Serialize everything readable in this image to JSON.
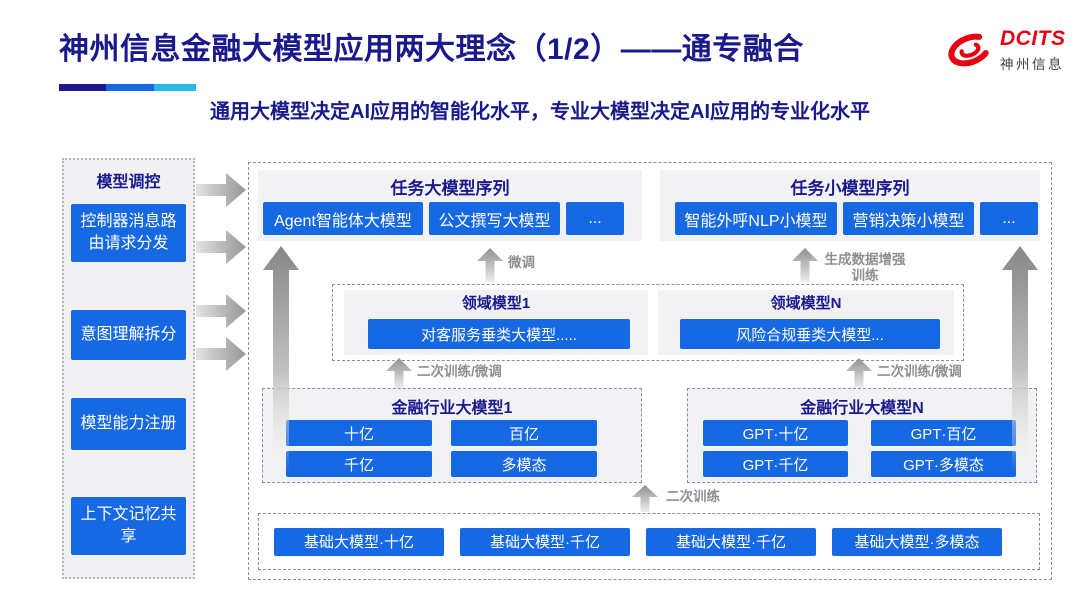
{
  "header": {
    "title": "神州信息金融大模型应用两大理念（1/2）——通专融合",
    "subtitle": "通用大模型决定AI应用的智能化水平，专业大模型决定AI应用的专业化水平",
    "logo": {
      "brand": "DCITS",
      "brand_cn": "神州信息"
    }
  },
  "colors": {
    "navy": "#1a1a8c",
    "button_blue": "#1668e3",
    "cyan_accent": "#2bb7e5",
    "brand_red": "#e60012",
    "label_gray": "#8f8f8f",
    "panel_bg": "#f2f2f4"
  },
  "sidebar": {
    "title": "模型调控",
    "items": [
      {
        "label": "控制器消息路由请求分发"
      },
      {
        "label": "意图理解拆分"
      },
      {
        "label": "模型能力注册"
      },
      {
        "label": "上下文记忆共享"
      }
    ]
  },
  "diagram": {
    "task_large": {
      "title": "任务大模型序列",
      "items": [
        "Agent智能体大模型",
        "公文撰写大模型",
        "..."
      ]
    },
    "task_small": {
      "title": "任务小模型序列",
      "items": [
        "智能外呼NLP小模型",
        "营销决策小模型",
        "..."
      ]
    },
    "labels": {
      "fine_tune": "微调",
      "gen_augment": "生成数据增强训练",
      "retrain_finetune": "二次训练/微调",
      "retrain": "二次训练"
    },
    "domain1": {
      "title": "领域模型1",
      "item": "对客服务垂类大模型....."
    },
    "domainN": {
      "title": "领域模型N",
      "item": "风险合规垂类大模型..."
    },
    "industry1": {
      "title": "金融行业大模型1",
      "items": [
        "十亿",
        "百亿",
        "千亿",
        "多模态"
      ]
    },
    "industryN": {
      "title": "金融行业大模型N",
      "items": [
        "GPT·十亿",
        "GPT·百亿",
        "GPT·千亿",
        "GPT·多模态"
      ]
    },
    "foundation": {
      "items": [
        "基础大模型·十亿",
        "基础大模型·千亿",
        "基础大模型·千亿",
        "基础大模型·多模态"
      ]
    }
  }
}
